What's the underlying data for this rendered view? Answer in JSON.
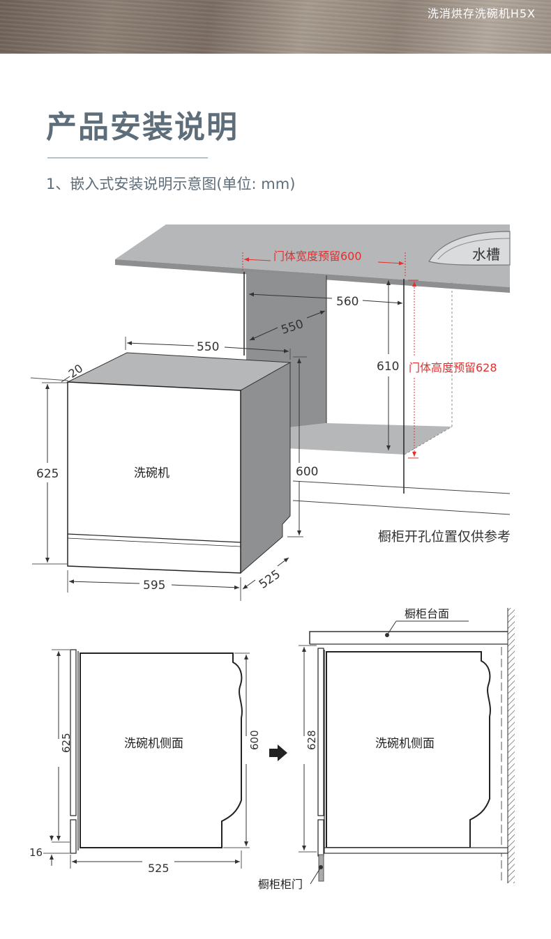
{
  "header": {
    "product_name": "洗消烘存洗碗机H5X"
  },
  "section": {
    "title": "产品安装说明",
    "subtitle": "1、嵌入式安装说明示意图(单位: mm)"
  },
  "diagram_top": {
    "sink_label": "水槽",
    "door_width_reserve": "门体宽度预留600",
    "door_height_reserve": "门体高度预留628",
    "cabinet_depth_560": "560",
    "cabinet_depth_550": "550",
    "cabinet_height_610": "610",
    "machine_depth_550": "550",
    "gap_20": "20",
    "machine_height_625": "625",
    "machine_label": "洗碗机",
    "machine_height_600": "600",
    "machine_width_595": "595",
    "machine_depth_525": "525",
    "note": "橱柜开孔位置仅供参考"
  },
  "diagram_bottom": {
    "left_height_625": "625",
    "left_label": "洗碗机侧面",
    "left_height_600": "600",
    "left_kick_16": "16",
    "left_depth_525": "525",
    "right_height_628": "628",
    "right_label": "洗碗机侧面",
    "countertop_label": "橱柜台面",
    "cabinet_door_label": "橱柜柜门"
  },
  "colors": {
    "accent_red": "#e03030",
    "title_blue_gray": "#5d6d7a"
  }
}
